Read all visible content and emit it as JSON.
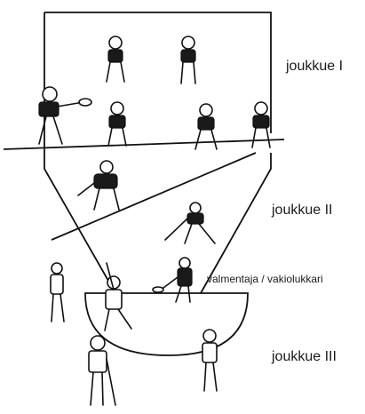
{
  "labels": {
    "team1": "joukkue I",
    "team2": "joukkue II",
    "coach": "valmentaja / vakiolukkari",
    "team3": "joukkue III"
  },
  "colors": {
    "ink": "#111111",
    "background": "#ffffff"
  }
}
